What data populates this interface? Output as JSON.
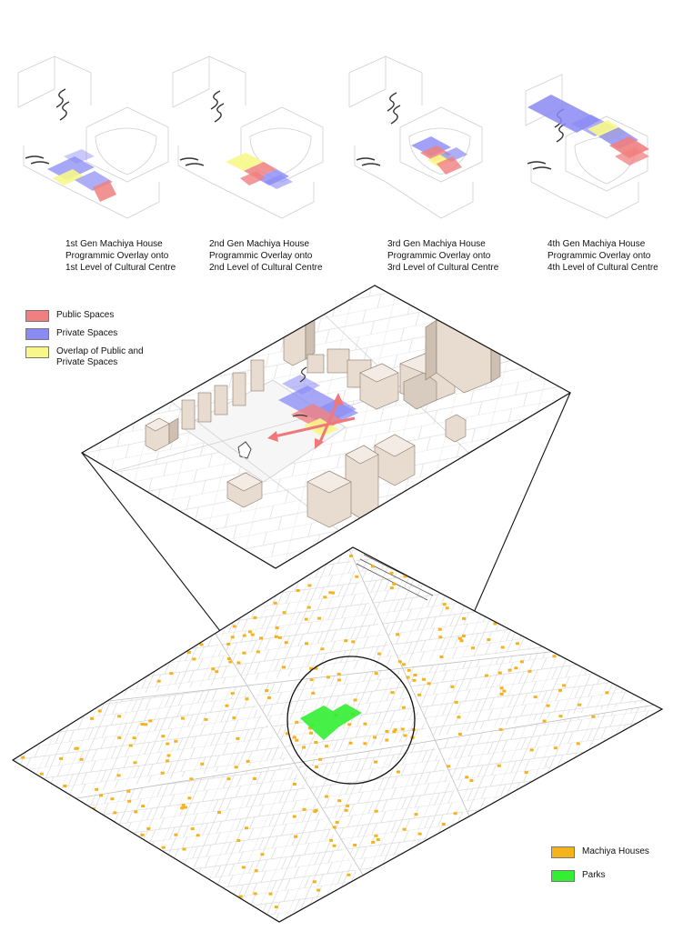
{
  "captions": [
    {
      "lines": [
        "1st Gen Machiya House",
        "Programmic Overlay onto",
        "1st Level of Cultural Centre"
      ]
    },
    {
      "lines": [
        "2nd Gen Machiya House",
        "Programmic Overlay onto",
        "2nd Level of Cultural Centre"
      ]
    },
    {
      "lines": [
        "3rd Gen Machiya House",
        "Programmic Overlay onto",
        "3rd Level of Cultural Centre"
      ]
    },
    {
      "lines": [
        "4th Gen Machiya House",
        "Programmic Overlay onto",
        "4th Level of Cultural Centre"
      ]
    }
  ],
  "legend_program": [
    {
      "label": "Public Spaces",
      "color": "#f08080"
    },
    {
      "label": "Private Spaces",
      "color": "#8a8af5"
    },
    {
      "label": "Overlap of Public and Private Spaces",
      "color": "#f7f78a"
    }
  ],
  "legend_map": [
    {
      "label": "Machiya Houses",
      "color": "#f5b21b"
    },
    {
      "label": "Parks",
      "color": "#33ee33"
    }
  ],
  "colors": {
    "public": "#f08080",
    "private": "#8a8af5",
    "overlap": "#f7f78a",
    "machiya": "#f5b21b",
    "park": "#33ee33",
    "building": "#e8dcd0",
    "line": "#cfcfcf"
  }
}
